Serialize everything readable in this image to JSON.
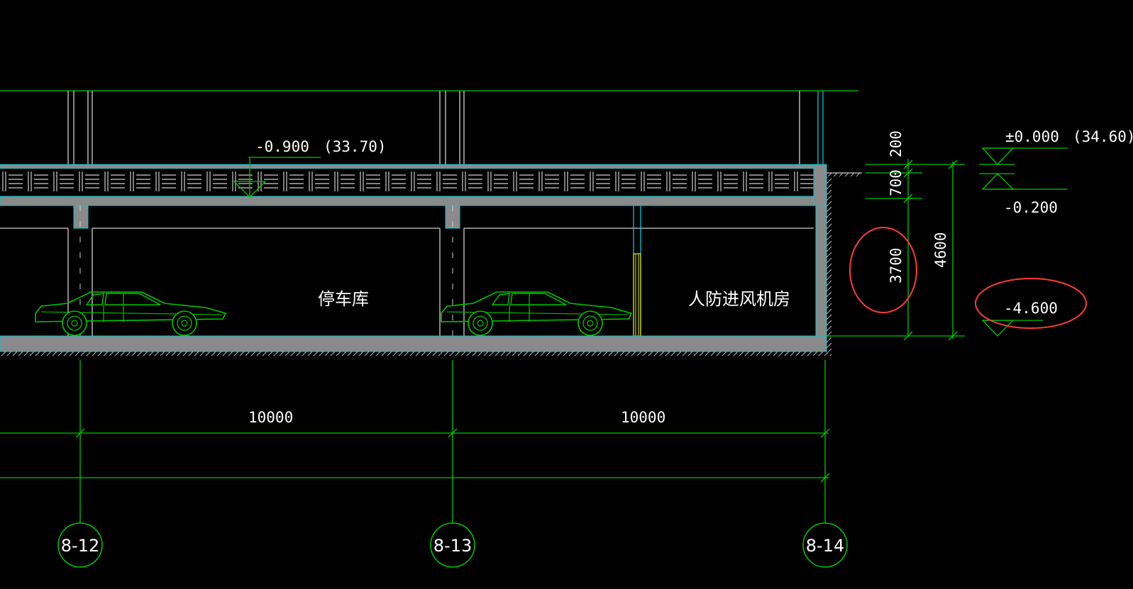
{
  "colors": {
    "background": "#000000",
    "line_green": "#00c800",
    "line_cyan": "#00c8d8",
    "line_white": "#d0d0d0",
    "concrete_fill": "#8a8a8a",
    "annotation_red": "#ff3b3b",
    "ladder_yellow": "#e6e600"
  },
  "elevations": {
    "floor_top": {
      "value": "-0.900",
      "absolute": "(33.70)"
    },
    "ground": {
      "value": "±0.000",
      "absolute": "(34.60)"
    },
    "slab_edge": {
      "value": "-0.200"
    },
    "basement_bottom": {
      "value": "-4.600"
    }
  },
  "rooms": {
    "garage": "停车库",
    "air_intake_room": "人防进风机房"
  },
  "dimensions": {
    "span_left": "10000",
    "span_right": "10000",
    "vert_200": "200",
    "vert_700": "700",
    "vert_3700": "3700",
    "vert_total": "4600"
  },
  "axes": {
    "a1": "8-12",
    "a2": "8-13",
    "a3": "8-14"
  },
  "icons": {
    "car": "car-icon",
    "elevation_marker": "elevation-triangle-icon",
    "axis_bubble": "axis-circle-icon"
  }
}
